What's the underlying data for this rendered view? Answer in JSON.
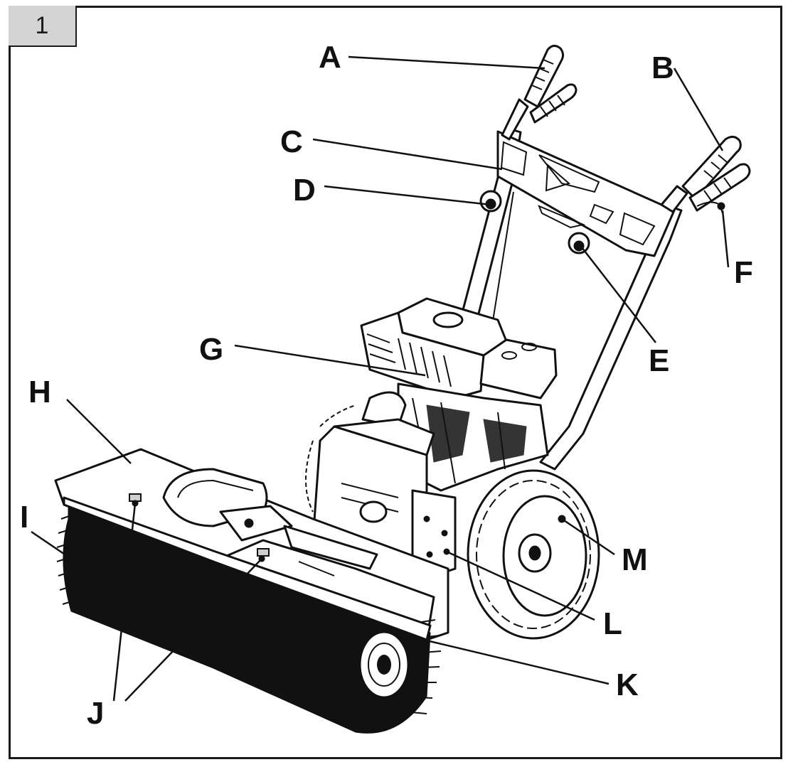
{
  "figure_number": "1",
  "callouts": [
    {
      "id": "A",
      "label": "A"
    },
    {
      "id": "B",
      "label": "B"
    },
    {
      "id": "C",
      "label": "C"
    },
    {
      "id": "D",
      "label": "D"
    },
    {
      "id": "E",
      "label": "E"
    },
    {
      "id": "F",
      "label": "F"
    },
    {
      "id": "G",
      "label": "G"
    },
    {
      "id": "H",
      "label": "H"
    },
    {
      "id": "I",
      "label": "I"
    },
    {
      "id": "J",
      "label": "J"
    },
    {
      "id": "K",
      "label": "K"
    },
    {
      "id": "L",
      "label": "L"
    },
    {
      "id": "M",
      "label": "M"
    }
  ]
}
